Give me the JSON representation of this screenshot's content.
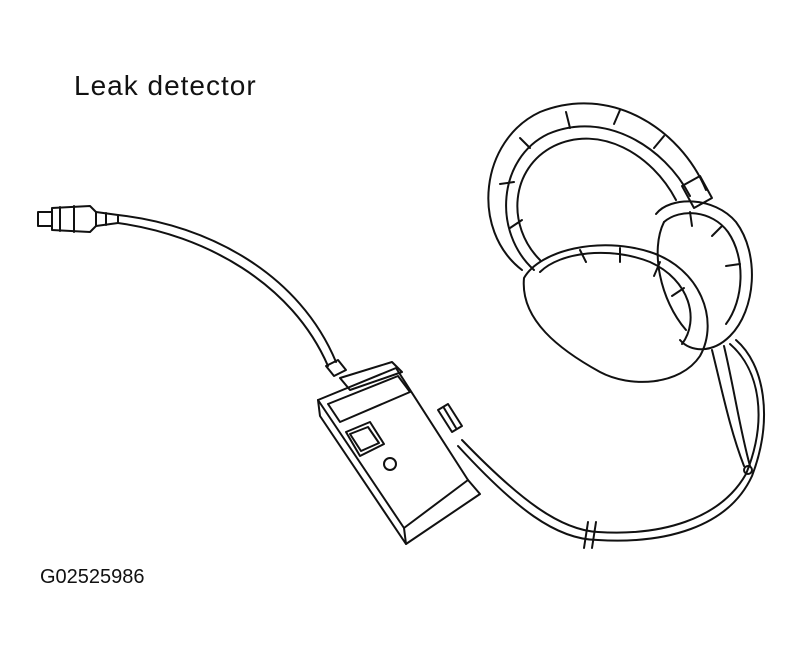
{
  "title": "Leak detector",
  "figure_id": "G02525986",
  "colors": {
    "line": "#111111",
    "background": "#ffffff"
  },
  "parts": [
    "probe-tip",
    "probe-cable",
    "detector-unit",
    "headphone-cable",
    "headphones"
  ]
}
